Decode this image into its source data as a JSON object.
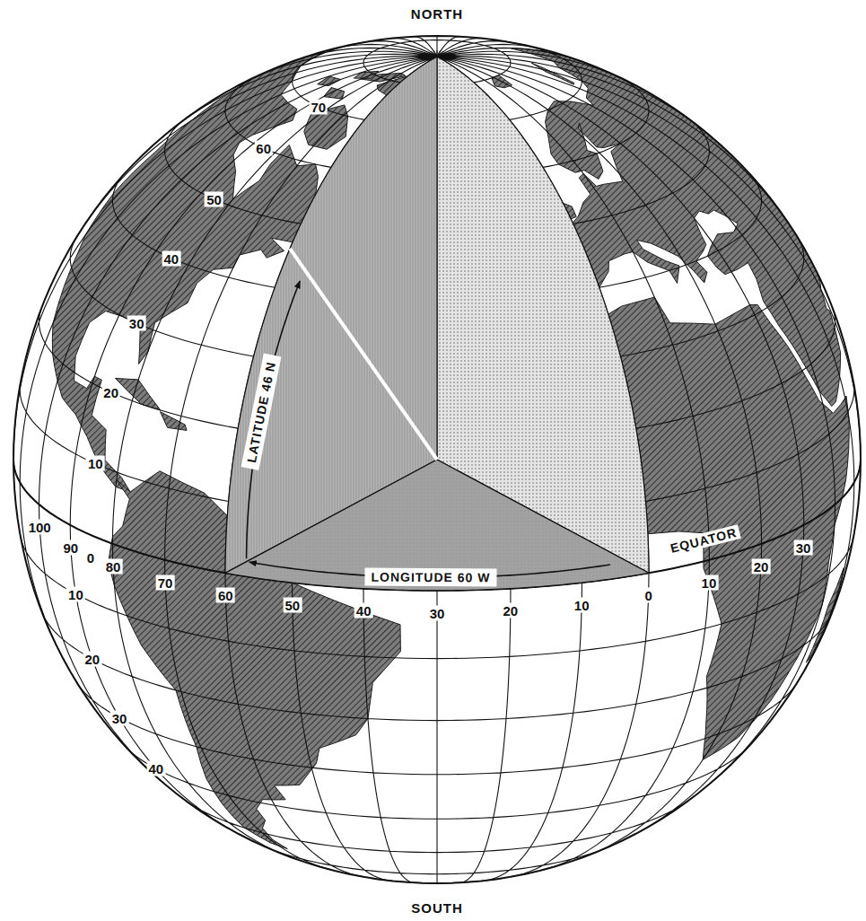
{
  "diagram": {
    "labels": [
      "NORTH",
      "LATITUDE 46 N",
      "LONGITUDE 60 W",
      "EQUATOR",
      "100",
      "90",
      "80",
      "70",
      "60",
      "50",
      "40",
      "30",
      "20",
      "10",
      "0",
      "10",
      "20",
      "30",
      "0",
      "10",
      "20",
      "30",
      "40",
      "50",
      "60",
      "70",
      "10",
      "20",
      "30",
      "40",
      "SOUTH"
    ]
  }
}
